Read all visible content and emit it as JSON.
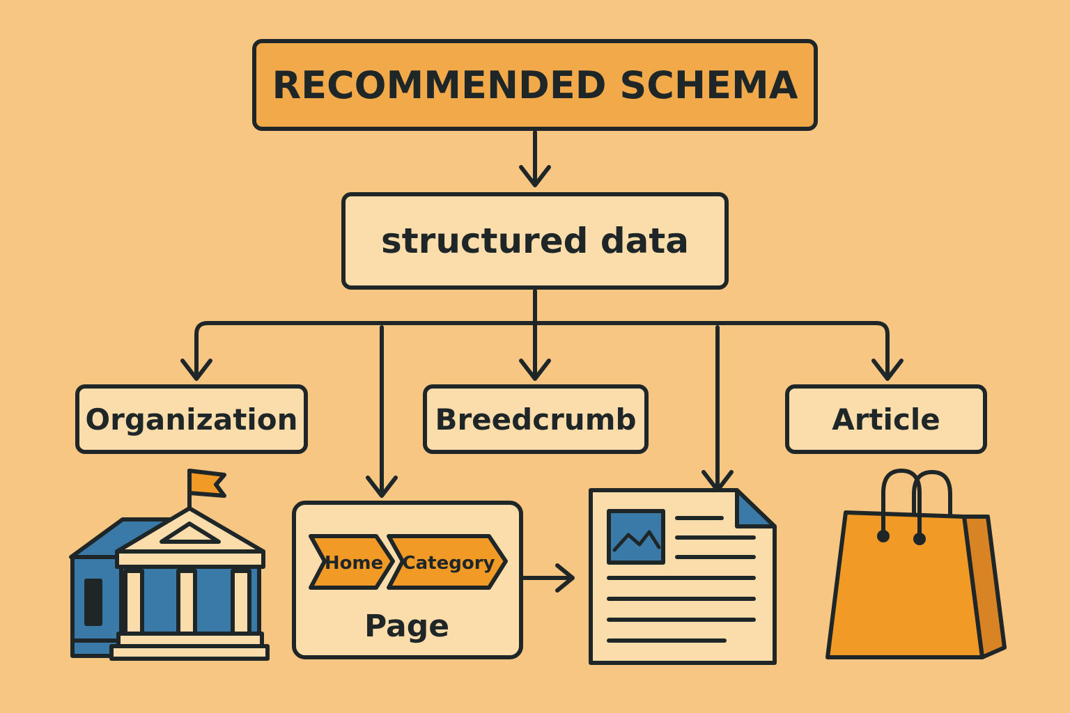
{
  "diagram": {
    "title": "RECOMMENDED SCHEMA",
    "center": "structured data",
    "nodes": {
      "organization": "Organization",
      "breadcrumb": "Breedcrumb",
      "article": "Article"
    },
    "page_illustration": {
      "crumbs": [
        "Home",
        "Category"
      ],
      "label": "Page"
    },
    "icons": [
      "building-icon",
      "flag-icon",
      "breadcrumb-page-icon",
      "document-icon",
      "image-icon",
      "shopping-bag-icon"
    ]
  },
  "colors": {
    "background": "#f7c682",
    "title_fill": "#f2a94a",
    "box_fill": "#fbdcab",
    "outline": "#1f2628",
    "accent_orange": "#f29a26",
    "accent_blue": "#3a7aa8"
  }
}
